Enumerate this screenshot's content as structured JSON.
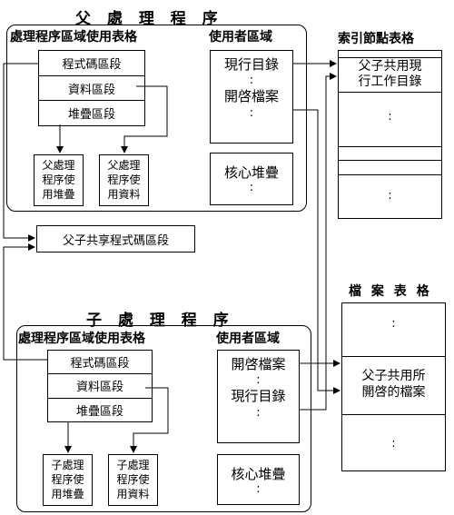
{
  "parent": {
    "title": "父 處 理 程 序",
    "region_table_header": "處理程序區域使用表格",
    "user_area_header": "使用者區域",
    "segments": [
      "程式碼區段",
      "資料區段",
      "堆疊區段"
    ],
    "stack_box": [
      "父處理",
      "程序使",
      "用堆疊"
    ],
    "data_box": [
      "父處理",
      "程序使",
      "用資料"
    ],
    "current_dir": "現行目錄",
    "open_file": "開啓檔案",
    "kernel_stack": "核心堆疊",
    "dots": ":"
  },
  "shared_code": "父子共享程式碼區段",
  "index_table": {
    "header": "索引節點表格",
    "entry": [
      "父子共用現",
      "行工作目錄"
    ],
    "dots": ":"
  },
  "child": {
    "title": "子 處 理 程 序",
    "region_table_header": "處理程序區域使用表格",
    "user_area_header": "使用者區域",
    "segments": [
      "程式碼區段",
      "資料區段",
      "堆疊區段"
    ],
    "stack_box": [
      "子處理",
      "程序使",
      "用堆疊"
    ],
    "data_box": [
      "子處理",
      "程序使",
      "用資料"
    ],
    "open_file": "開啓檔案",
    "current_dir": "現行目錄",
    "kernel_stack": "核心堆疊",
    "dots": ":"
  },
  "file_table": {
    "header": "檔 案 表 格",
    "entry": [
      "父子共用所",
      "開啓的檔案"
    ],
    "dots": ":"
  }
}
